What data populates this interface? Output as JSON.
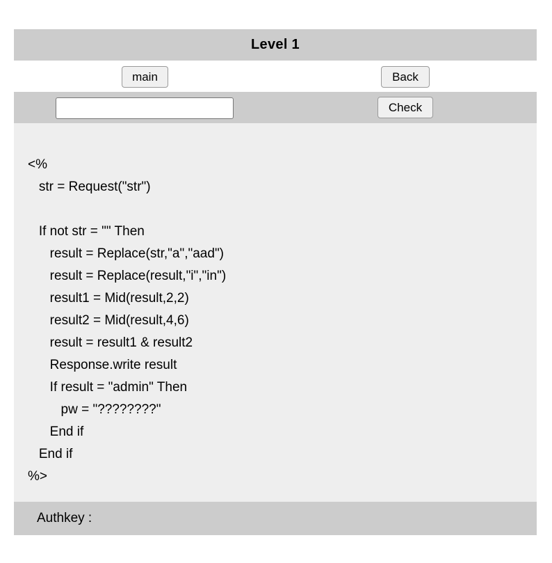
{
  "header": {
    "title": "Level 1"
  },
  "nav": {
    "main_label": "main",
    "back_label": "Back"
  },
  "auth": {
    "input_value": "",
    "input_placeholder": "",
    "check_label": "Check"
  },
  "code": {
    "lines": [
      "<%",
      "   str = Request(\"str\")",
      "",
      "   If not str = \"\" Then",
      "      result = Replace(str,\"a\",\"aad\")",
      "      result = Replace(result,\"i\",\"in\")",
      "      result1 = Mid(result,2,2)",
      "      result2 = Mid(result,4,6)",
      "      result = result1 & result2",
      "      Response.write result",
      "      If result = \"admin\" Then",
      "         pw = \"????????\"",
      "      End if",
      "   End if",
      "%>"
    ]
  },
  "footer": {
    "authkey_label": "Authkey :"
  },
  "colors": {
    "bar_gray": "#cccccc",
    "code_bg": "#eeeeee",
    "page_bg": "#ffffff",
    "button_bg": "#f0f0f0",
    "button_border": "#9a9a9a",
    "text": "#000000"
  }
}
